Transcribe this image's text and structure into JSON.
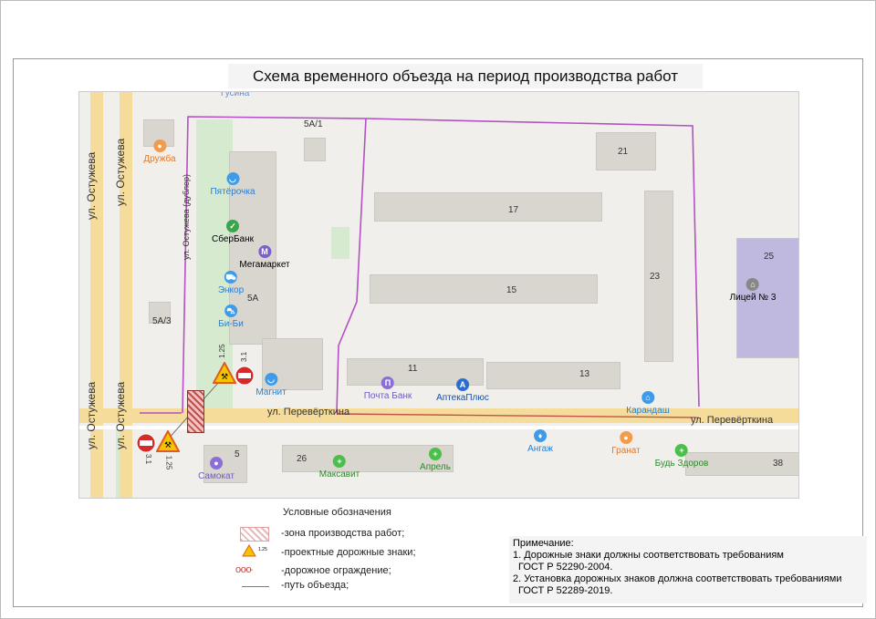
{
  "title": "Схема временного объезда на период производства работ",
  "streets": {
    "ostuzheva": "ул. Остужева",
    "ostuzheva_dubler": "ул. Остужева (дублер)",
    "perevertkina": "ул. Перевёрткина",
    "top_partial": "Гусина"
  },
  "buildings": [
    "5А/1",
    "5А/3",
    "5А",
    "17",
    "15",
    "21",
    "23",
    "25",
    "11",
    "13",
    "5",
    "26",
    "38"
  ],
  "pois": [
    {
      "name": "Дружба",
      "icon": "cafe-icon",
      "color": "#f39a4b"
    },
    {
      "name": "Пятёрочка",
      "icon": "basket-icon",
      "color": "#3d9bea"
    },
    {
      "name": "СберБанк",
      "icon": "bank-icon",
      "color": "#3aa64a"
    },
    {
      "name": "Мегамаркет",
      "icon": "store-icon",
      "color": "#7d5fc9"
    },
    {
      "name": "Энкор",
      "icon": "cart-icon",
      "color": "#3d9bea"
    },
    {
      "name": "Би-Би",
      "icon": "car-icon",
      "color": "#3d9bea"
    },
    {
      "name": "Магнит",
      "icon": "basket-icon",
      "color": "#3d9bea"
    },
    {
      "name": "Почта Банк",
      "icon": "bank-icon",
      "color": "#8c6fd6"
    },
    {
      "name": "АптекаПлюс",
      "icon": "pharmacy-icon",
      "color": "#2a6fd0"
    },
    {
      "name": "Карандаш",
      "icon": "shop-icon",
      "color": "#3d9bea"
    },
    {
      "name": "Лицей № 3",
      "icon": "school-icon",
      "color": "#888888"
    },
    {
      "name": "Ангаж",
      "icon": "shop-icon",
      "color": "#3d9bea"
    },
    {
      "name": "Гранат",
      "icon": "cafe-icon",
      "color": "#f39a4b"
    },
    {
      "name": "Будь Здоров",
      "icon": "pharmacy-icon",
      "color": "#4bbf4b"
    },
    {
      "name": "Максавит",
      "icon": "pharmacy-icon",
      "color": "#4bbf4b"
    },
    {
      "name": "Апрель",
      "icon": "pharmacy-icon",
      "color": "#4bbf4b"
    },
    {
      "name": "Самокат",
      "icon": "store-icon",
      "color": "#8c6fd6"
    }
  ],
  "signs": {
    "work_code": "1.25",
    "no_entry_code": "3.1"
  },
  "legend": {
    "title": "Условные обозначения",
    "items": [
      "-зона производства работ;",
      "-проектные дорожные знаки;",
      "-дорожное ограждение;",
      "-путь объезда;"
    ],
    "sign_code": "1.25"
  },
  "notes": {
    "title": "Примечание:",
    "items": [
      "1.  Дорожные знаки должны соответствовать требованиям",
      "ГОСТ Р 52290-2004.",
      "2.  Установка дорожных знаков должна соответствовать требованиями",
      "ГОСТ Р 52289-2019."
    ]
  },
  "colors": {
    "detour": "#b44fc4",
    "road": "#f6dc9a",
    "work_zone": "#c0504d"
  }
}
